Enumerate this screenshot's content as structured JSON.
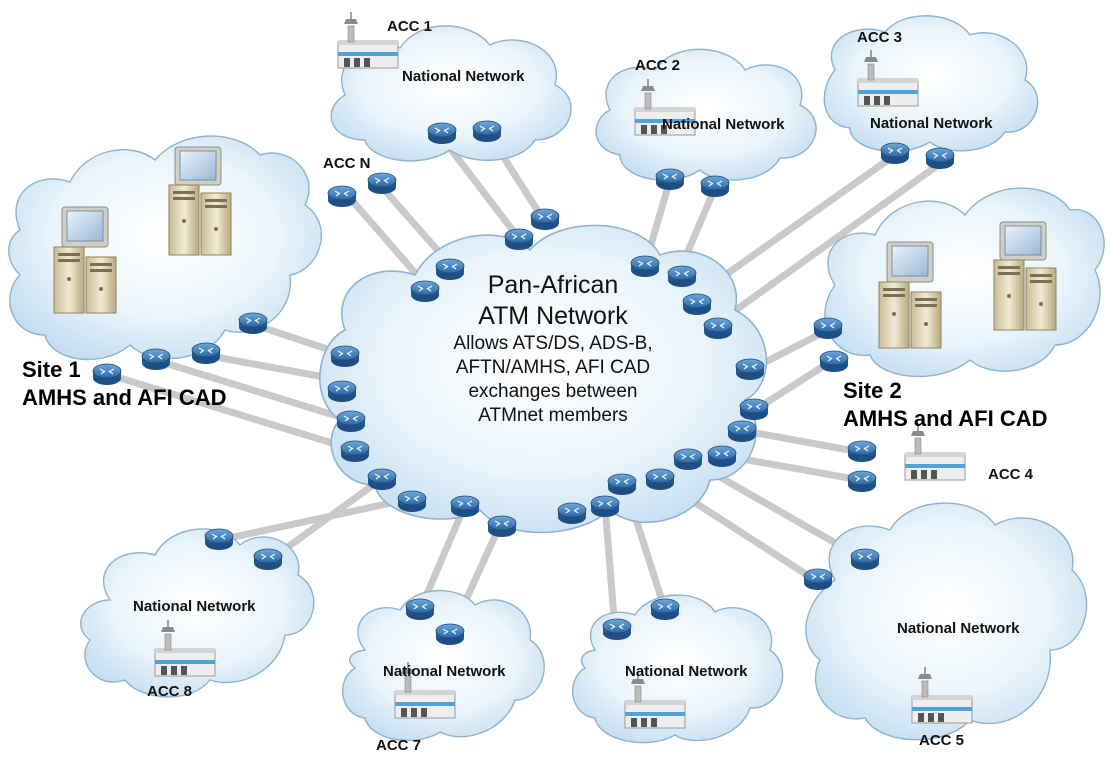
{
  "core": {
    "title_line1": "Pan-African",
    "title_line2": "ATM Network",
    "desc_lines": [
      "Allows ATS/DS, ADS-B,",
      "AFTN/AMHS, AFI CAD",
      "exchanges between",
      "ATMnet members"
    ]
  },
  "sites": {
    "site1": {
      "line1": "Site 1",
      "line2": "AMHS and AFI CAD"
    },
    "site2": {
      "line1": "Site 2",
      "line2": "AMHS and AFI CAD"
    }
  },
  "accs": {
    "acc1": "ACC 1",
    "acc2": "ACC 2",
    "acc3": "ACC 3",
    "accN": "ACC N",
    "acc4": "ACC 4",
    "acc5": "ACC 5",
    "acc7": "ACC 7",
    "acc8": "ACC 8"
  },
  "national_network_label": "National Network",
  "colors": {
    "cloud_fill": "#d6e9f6",
    "cloud_edge": "#8fb3cc",
    "router": "#2e6aa6",
    "link": "#c8c8c8",
    "server_body": "#e4dcc3",
    "monitor_frame": "#d9d9d2"
  }
}
